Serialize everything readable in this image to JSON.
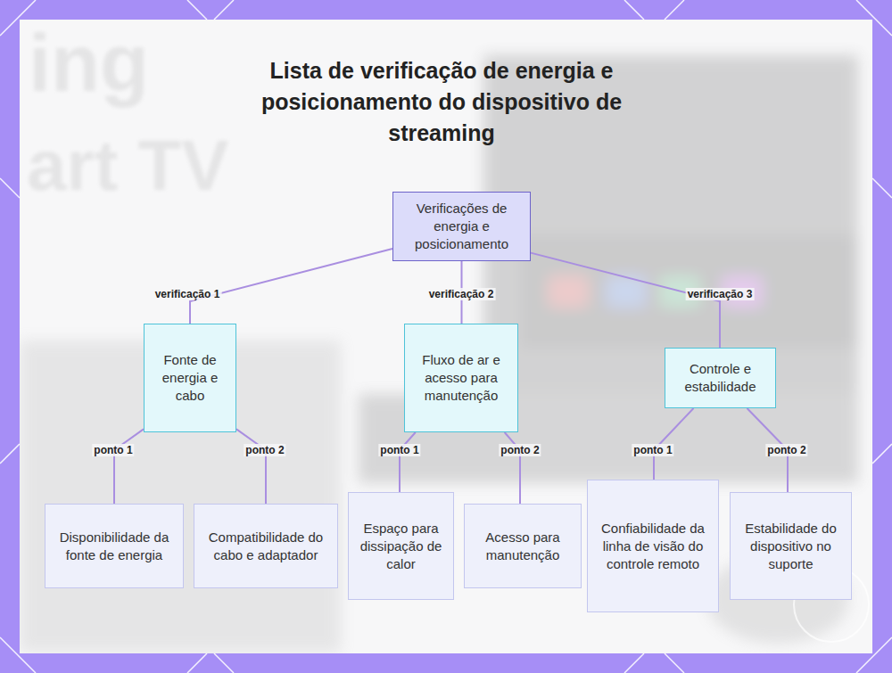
{
  "diagram": {
    "title": "Lista de verificação de energia e posicionamento do dispositivo de streaming",
    "nodes": [
      {
        "text": [
          "Verificações de energia e posicionamento"
        ]
      },
      {
        "text": [
          "Fonte de energia e cabo"
        ]
      },
      {
        "text": [
          "Fluxo de ar e acesso para manutenção"
        ]
      },
      {
        "text": [
          "Controle e estabilidade"
        ]
      },
      {
        "text": [
          "Disponibilidade da fonte de energia"
        ]
      },
      {
        "text": [
          "Compatibilidade do cabo e adaptador"
        ]
      },
      {
        "text": [
          "Espaço para dissipação de calor"
        ]
      },
      {
        "text": [
          "Acesso para manutenção"
        ]
      },
      {
        "text": [
          "Confiabilidade da linha de visão do controle remoto"
        ]
      },
      {
        "text": [
          "Estabilidade do dispositivo no suporte"
        ]
      }
    ],
    "edges": [
      {
        "from": 0,
        "to": 1,
        "label": "verificação 1",
        "arrow": "none"
      },
      {
        "from": 0,
        "to": 2,
        "label": "verificação 2",
        "arrow": "none"
      },
      {
        "from": 0,
        "to": 3,
        "label": "verificação 3",
        "arrow": "none"
      },
      {
        "from": 1,
        "to": 4,
        "label": "ponto 1",
        "arrow": "none"
      },
      {
        "from": 1,
        "to": 5,
        "label": "ponto 2",
        "arrow": "none"
      },
      {
        "from": 2,
        "to": 6,
        "label": "ponto 1",
        "arrow": "none"
      },
      {
        "from": 2,
        "to": 7,
        "label": "ponto 2",
        "arrow": "none"
      },
      {
        "from": 3,
        "to": 8,
        "label": "ponto 1",
        "arrow": "none"
      },
      {
        "from": 3,
        "to": 9,
        "label": "ponto 2",
        "arrow": "none"
      }
    ],
    "labels": [
      "ing",
      "art TV"
    ]
  }
}
